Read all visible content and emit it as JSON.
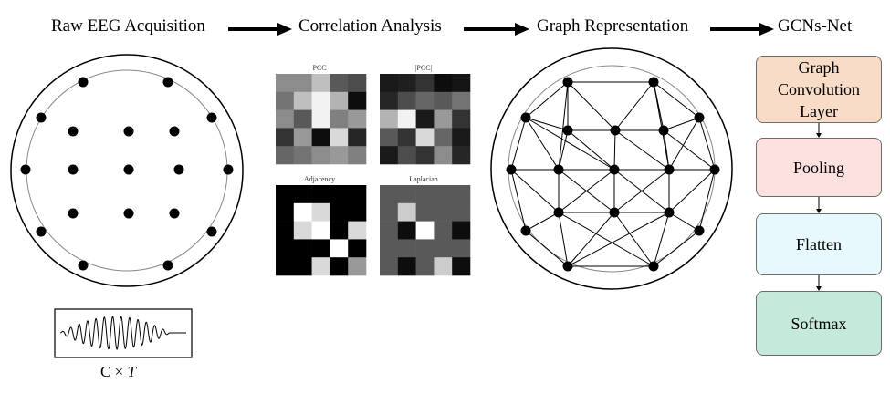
{
  "stages": [
    {
      "label": "Raw EEG Acquisition"
    },
    {
      "label": "Correlation Analysis"
    },
    {
      "label": "Graph Representation"
    },
    {
      "label": "GCNs-Net"
    }
  ],
  "matrices": [
    {
      "title": "PCC",
      "cells": [
        0.55,
        0.55,
        0.75,
        0.35,
        0.3,
        0.45,
        0.75,
        0.95,
        0.7,
        0.05,
        0.55,
        0.35,
        0.95,
        0.5,
        0.6,
        0.2,
        0.6,
        0.05,
        0.85,
        0.15,
        0.4,
        0.45,
        0.55,
        0.6,
        0.5
      ]
    },
    {
      "title": "|PCC|",
      "cells": [
        0.1,
        0.12,
        0.2,
        0.05,
        0.08,
        0.15,
        0.3,
        0.4,
        0.35,
        0.45,
        0.7,
        0.95,
        0.1,
        0.6,
        0.2,
        0.35,
        0.2,
        0.85,
        0.4,
        0.1,
        0.1,
        0.3,
        0.2,
        0.55,
        0.15
      ]
    },
    {
      "title": "Adjacency",
      "cells": [
        0,
        0,
        0,
        0,
        0,
        0,
        1,
        0.85,
        0,
        0,
        0,
        0.85,
        1,
        0,
        0.85,
        0,
        0,
        0,
        1,
        0,
        0,
        0,
        0.85,
        0,
        0.6
      ]
    },
    {
      "title": "Laplacian",
      "cells": [
        0.35,
        0.35,
        0.35,
        0.35,
        0.35,
        0.35,
        0.8,
        0.35,
        0.35,
        0.35,
        0.35,
        0.05,
        1.0,
        0.35,
        0.05,
        0.35,
        0.35,
        0.35,
        0.35,
        0.35,
        0.35,
        0.05,
        0.35,
        0.8,
        0.05
      ]
    }
  ],
  "signal": {
    "dimension_c": "C",
    "dimension_times": "×",
    "dimension_t": "T"
  },
  "gcn_layers": [
    {
      "label": "Graph Convolution Layer",
      "color": "#f8dcc8"
    },
    {
      "label": "Pooling",
      "color": "#fde0e0"
    },
    {
      "label": "Flatten",
      "color": "#e7f9fc"
    },
    {
      "label": "Softmax",
      "color": "#c5eadc"
    }
  ]
}
